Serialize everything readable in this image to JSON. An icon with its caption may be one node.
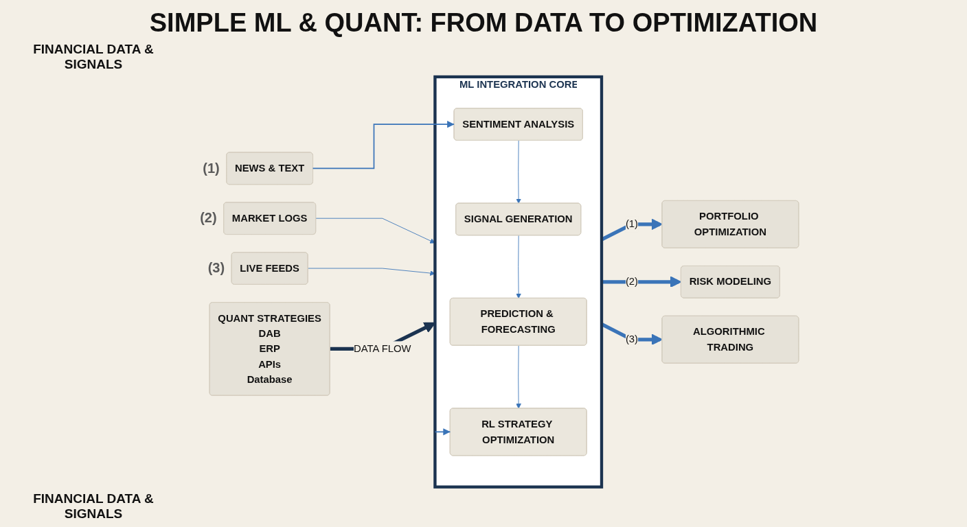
{
  "diagram": {
    "title": "SIMPLE ML & QUANT: FROM DATA TO OPTIMIZATION",
    "nodes": [
      {
        "text": [
          "NEWS & TEXT"
        ],
        "beside": [
          "(1)"
        ]
      },
      {
        "text": [
          "MARKET LOGS"
        ],
        "beside": [
          "(2)"
        ]
      },
      {
        "text": [
          "LIVE FEEDS"
        ],
        "beside": [
          "(3)"
        ]
      },
      {
        "text": [
          "ML INTEGRATION CORE"
        ]
      },
      {
        "text": [
          "SENTIMENT ANALYSIS"
        ],
        "in": 3
      },
      {
        "text": [
          "SIGNAL GENERATION"
        ],
        "in": 3
      },
      {
        "text": [
          "PREDICTION & FORECASTING"
        ],
        "in": 3
      },
      {
        "text": [
          "RL STRATEGY OPTIMIZATION"
        ],
        "in": 3
      },
      {
        "text": [
          "PORTFOLIO OPTIMIZATION"
        ]
      },
      {
        "text": [
          "RISK MODELING"
        ]
      },
      {
        "text": [
          "ALGORITHMIC TRADING"
        ]
      },
      {
        "text": [
          "QUANT STRATEGIES",
          "DAB",
          "ERP",
          "APIs",
          "Database"
        ]
      }
    ],
    "edges": [
      {
        "from": 0,
        "to": 4,
        "arrow": "to"
      },
      {
        "from": 1,
        "to": 3,
        "arrow": "to"
      },
      {
        "from": 2,
        "to": 3,
        "arrow": "to"
      },
      {
        "from": 4,
        "to": 5,
        "arrow": "to"
      },
      {
        "from": 5,
        "to": 6,
        "arrow": "to"
      },
      {
        "from": 6,
        "to": 7,
        "arrow": "to"
      },
      {
        "from": 3,
        "to": 7,
        "arrow": "to"
      },
      {
        "from": 3,
        "to": 8,
        "arrow": "to",
        "label": "(1)",
        "style": "thick"
      },
      {
        "from": 3,
        "to": 9,
        "arrow": "to",
        "label": "(2)",
        "style": "thick"
      },
      {
        "from": 3,
        "to": 10,
        "arrow": "to",
        "label": "(3)",
        "style": "thick"
      },
      {
        "from": 11,
        "to": 3,
        "arrow": "to",
        "label": "DATA FLOW",
        "style": "thick",
        "color": "#1b3350"
      }
    ],
    "labels": [
      "FINANCIAL DATA & SIGNALS",
      "FINANCIAL DATA & SIGNALS"
    ]
  }
}
